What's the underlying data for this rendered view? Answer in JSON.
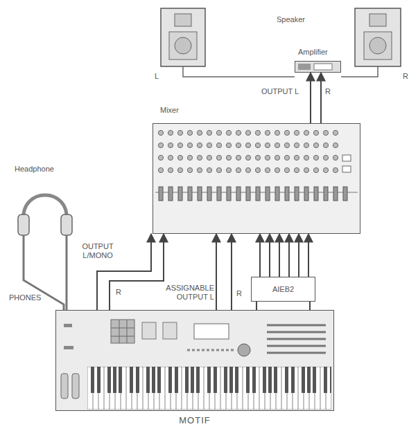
{
  "diagram": {
    "nodes": [
      {
        "text": [
          "Amplifier"
        ]
      },
      {
        "text": [
          "Mixer"
        ]
      },
      {
        "text": [
          "MOTIF"
        ]
      },
      {
        "text": [
          "AIEB2"
        ]
      }
    ],
    "edges": [
      {
        "from": 1,
        "to": 0,
        "arrow": "to",
        "label": "OUTPUT L"
      },
      {
        "from": 1,
        "to": 0,
        "arrow": "to",
        "label": "R"
      },
      {
        "from": 2,
        "to": 1,
        "arrow": "to",
        "label": "OUTPUT L/MONO"
      },
      {
        "from": 2,
        "to": 1,
        "arrow": "to",
        "label": "R"
      },
      {
        "from": 2,
        "to": 1,
        "arrow": "to",
        "label": "ASSIGNABLE OUTPUT L"
      },
      {
        "from": 2,
        "to": 1,
        "arrow": "to",
        "label": "R"
      },
      {
        "from": 3,
        "to": 1,
        "arrow": "to"
      },
      {
        "from": 3,
        "to": 1,
        "arrow": "to"
      },
      {
        "from": 3,
        "to": 1,
        "arrow": "to"
      },
      {
        "from": 3,
        "to": 1,
        "arrow": "to"
      },
      {
        "from": 3,
        "to": 1,
        "arrow": "to"
      },
      {
        "from": 3,
        "to": 1,
        "arrow": "to"
      },
      {
        "from": 3,
        "to": 2,
        "arrow": "none"
      }
    ],
    "labels": [
      "Speaker",
      "L",
      "R",
      "Headphone",
      "PHONES"
    ]
  }
}
